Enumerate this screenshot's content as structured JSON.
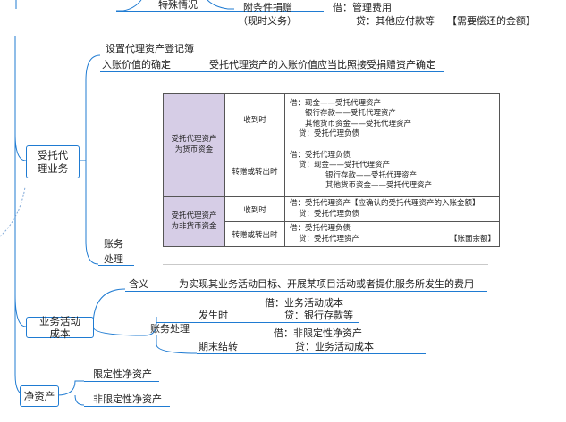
{
  "top": {
    "special": "特殊情况",
    "attached_gift_1": "附条件捐赠",
    "attached_gift_2": "（现时义务）",
    "debit": "借：管理费用",
    "credit": "贷：其他应付款等",
    "note": "【需要偿还的金额】"
  },
  "entrusted": {
    "title": "受托代理业务",
    "title_line1": "受托代",
    "title_line2": "理业务",
    "register": "设置代理资产登记簿",
    "entry_value_label": "入账价值的确定",
    "entry_value_text": "受托代理资产的入账价值应当比照接受捐赠资产确定",
    "accounting_line1": "账务",
    "accounting_line2": "处理",
    "table": {
      "monetary": {
        "category": [
          "受托代理资产",
          "为货币资金"
        ],
        "receive_label": "收到时",
        "receive_lines": [
          "借：现金——受托代理资产",
          "银行存款——受托代理资产",
          "其他货币资金——受托代理资产",
          "贷：受托代理负债"
        ],
        "transfer_label": "转赠或转出时",
        "transfer_lines": [
          "借：受托代理负债",
          "贷：现金——受托代理资产",
          "银行存款——受托代理资产",
          "其他货币资金——受托代理资产"
        ]
      },
      "nonmonetary": {
        "category": [
          "受托代理资产",
          "为非货币资金"
        ],
        "receive_label": "收到时",
        "receive_lines": [
          "借：受托代理资产【应确认的受托代理资产的入账金额】",
          "贷：受托代理负债"
        ],
        "transfer_label": "转赠或转出时",
        "transfer_lines": [
          "借：受托代理负债",
          "贷：受托代理资产"
        ],
        "transfer_note": "【账面余额】"
      }
    }
  },
  "business": {
    "title": "业务活动成本",
    "meaning_label": "含义",
    "meaning_text": "为实现其业务活动目标、开展某项目活动或者提供服务所发生的费用",
    "accounting_label": "账务处理",
    "occur_label": "发生时",
    "occur_debit": "借：业务活动成本",
    "occur_credit": "贷：银行存款等",
    "end_label": "期末结转",
    "end_debit": "借：非限定性净资产",
    "end_credit": "贷：业务活动成本"
  },
  "net_assets": {
    "title": "净资产",
    "restricted": "限定性净资产",
    "unrestricted": "非限定性净资产"
  }
}
